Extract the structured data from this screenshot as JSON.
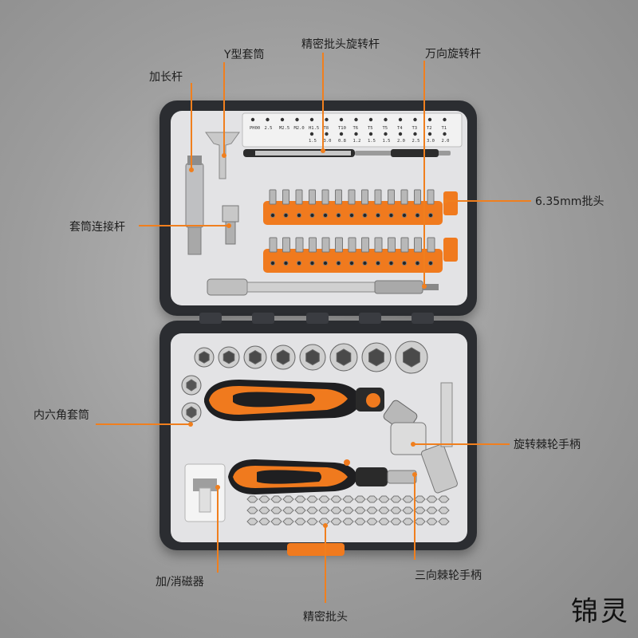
{
  "labels": {
    "extension_bar": "加长杆",
    "y_socket": "Y型套筒",
    "precision_rotating_rod": "精密批头旋转杆",
    "universal_rotating_rod": "万向旋转杆",
    "bits_635": "6.35mm批头",
    "socket_adapter": "套筒连接杆",
    "hex_sockets": "内六角套筒",
    "rotating_ratchet": "旋转棘轮手柄",
    "three_way_ratchet": "三向棘轮手柄",
    "magnetizer": "加/消磁器",
    "precision_bits": "精密批头"
  },
  "card_tokens": {
    "row1": [
      "PH00",
      "2.5",
      "M2.5",
      "M2.0",
      "H1.5",
      "T8",
      "T10",
      "T6",
      "T5",
      "T5",
      "T4",
      "T3",
      "T2",
      "T1"
    ],
    "row2": [
      "",
      "",
      "",
      "",
      "1.5",
      "3.0",
      "0.8",
      "1.2",
      "1.5",
      "1.5",
      "2.0",
      "2.5",
      "3.0",
      "2.0"
    ]
  },
  "brand": "锦灵",
  "colors": {
    "accent": "#f07f1e",
    "case": "#2b2d31",
    "tray": "#e3e3e5",
    "orange": "#f07a1e"
  }
}
